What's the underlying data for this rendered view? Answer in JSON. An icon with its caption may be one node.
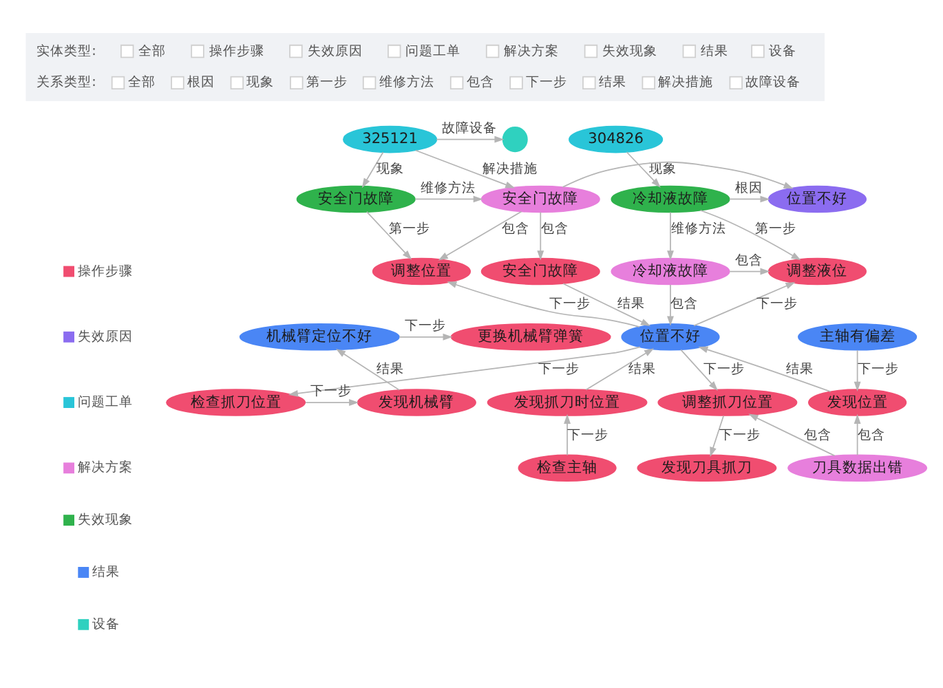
{
  "diagram": {
    "nodes": [
      {
        "text": [],
        "shape": "circle"
      },
      {
        "text": [
          "304826"
        ]
      },
      {
        "text": [
          "325121"
        ]
      },
      {
        "text": [
          "位置不好"
        ]
      },
      {
        "text": [
          "安全门故障"
        ]
      },
      {
        "text": [
          "冷却液故障"
        ]
      },
      {
        "text": [
          "安全门故障"
        ]
      },
      {
        "text": [
          "调整液位"
        ]
      },
      {
        "text": [
          "安全门故障"
        ]
      },
      {
        "text": [
          "调整位置"
        ]
      },
      {
        "text": [
          "冷却液故障"
        ]
      },
      {
        "text": [
          "机械臂定位不好"
        ]
      },
      {
        "text": [
          "位置不好"
        ]
      },
      {
        "text": [
          "更换机械臂弹簧"
        ]
      },
      {
        "text": [
          "主轴有偏差"
        ]
      },
      {
        "text": [
          "发现位置"
        ]
      },
      {
        "text": [
          "检查抓刀位置"
        ]
      },
      {
        "text": [
          "发现机械臂"
        ]
      },
      {
        "text": [
          "调整抓刀位置"
        ]
      },
      {
        "text": [
          "发现抓刀时位置"
        ]
      },
      {
        "text": [
          "发现刀具抓刀"
        ]
      },
      {
        "text": [
          "刀具数据出错"
        ]
      },
      {
        "text": [
          "检查主轴"
        ]
      }
    ],
    "edges": [
      {
        "from": 2,
        "to": 0,
        "arrow": "to",
        "label": "故障设备"
      },
      {
        "from": 1,
        "to": 5,
        "arrow": "to",
        "label": "现象"
      },
      {
        "from": 5,
        "to": 3,
        "arrow": "to",
        "label": "根因"
      },
      {
        "from": 4,
        "to": 3,
        "arrow": "to"
      },
      {
        "from": 2,
        "to": 4,
        "arrow": "to",
        "label": "解决措施"
      },
      {
        "from": 2,
        "to": 6,
        "arrow": "to",
        "label": "现象"
      },
      {
        "from": 6,
        "to": 4,
        "arrow": "to",
        "label": "维修方法"
      },
      {
        "from": 5,
        "to": 10,
        "arrow": "to",
        "label": "维修方法"
      },
      {
        "from": 5,
        "to": 7,
        "arrow": "to",
        "label": "第一步"
      },
      {
        "from": 4,
        "to": 8,
        "arrow": "to",
        "label": "包含"
      },
      {
        "from": 4,
        "to": 9,
        "arrow": "to",
        "label": "包含"
      },
      {
        "from": 6,
        "to": 9,
        "arrow": "to",
        "label": "第一步"
      },
      {
        "from": 10,
        "to": 7,
        "arrow": "to",
        "label": "包含"
      },
      {
        "from": 10,
        "to": 12,
        "arrow": "to",
        "label": "包含"
      },
      {
        "from": 12,
        "to": 7,
        "arrow": "to",
        "label": "下一步"
      },
      {
        "from": 8,
        "to": 12,
        "arrow": "to",
        "label": "结果"
      },
      {
        "from": 12,
        "to": 9,
        "arrow": "to",
        "label": "下一步"
      },
      {
        "from": 11,
        "to": 13,
        "arrow": "to",
        "label": "下一步"
      },
      {
        "from": 17,
        "to": 11,
        "arrow": "to",
        "label": "结果"
      },
      {
        "from": 16,
        "to": 17,
        "arrow": "to",
        "label": "下一步"
      },
      {
        "from": 12,
        "to": 16,
        "arrow": "to",
        "label": "下一步"
      },
      {
        "from": 19,
        "to": 12,
        "arrow": "to",
        "label": "结果"
      },
      {
        "from": 15,
        "to": 12,
        "arrow": "to",
        "label": "结果"
      },
      {
        "from": 12,
        "to": 18,
        "arrow": "to",
        "label": "下一步"
      },
      {
        "from": 14,
        "to": 15,
        "arrow": "to",
        "label": "下一步"
      },
      {
        "from": 21,
        "to": 15,
        "arrow": "to",
        "label": "包含"
      },
      {
        "from": 18,
        "to": 20,
        "arrow": "to",
        "label": "下一步"
      },
      {
        "from": 21,
        "to": 18,
        "arrow": "to",
        "label": "包含"
      },
      {
        "from": 22,
        "to": 19,
        "arrow": "to",
        "label": "下一步"
      }
    ],
    "labels": [
      "实体类型:",
      "全部",
      "操作步骤",
      "失效原因",
      "问题工单",
      "解决方案",
      "失效现象",
      "结果",
      "设备",
      "关系类型:",
      "全部",
      "根因",
      "现象",
      "第一步",
      "维修方法",
      "包含",
      "下一步",
      "结果",
      "解决措施",
      "故障设备"
    ],
    "legend": [
      {
        "text": "操作步骤",
        "color": "#f04d70"
      },
      {
        "text": "失效原因",
        "color": "#8b6cf0"
      },
      {
        "text": "问题工单",
        "color": "#29c5d8"
      },
      {
        "text": "解决方案",
        "color": "#e77fdc"
      },
      {
        "text": "失效现象",
        "color": "#2fb24c"
      },
      {
        "text": "结果",
        "color": "#4a86f5"
      },
      {
        "text": "设备",
        "color": "#2fd1bf"
      }
    ]
  }
}
